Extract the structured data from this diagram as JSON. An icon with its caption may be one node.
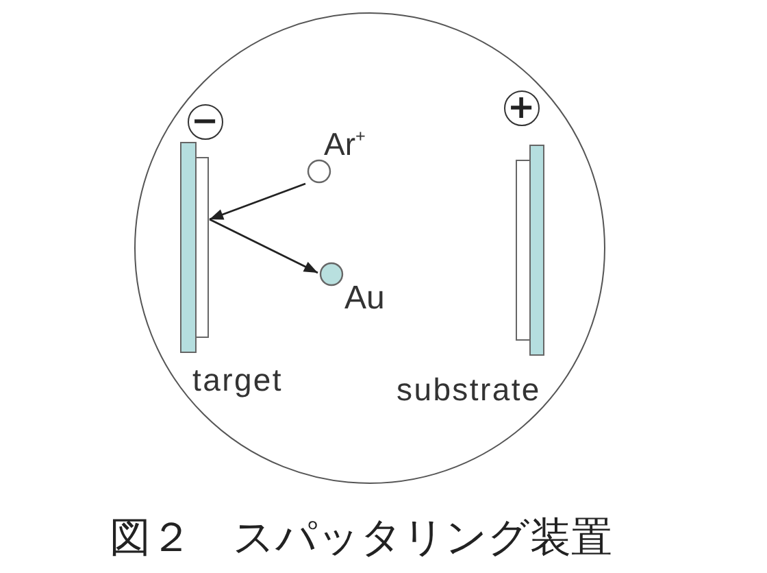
{
  "diagram": {
    "caption": "図２　スパッタリング装置",
    "nodes": [
      {
        "text": [],
        "shape": "circle"
      },
      {
        "text": [
          "−"
        ],
        "in": 0
      },
      {
        "text": [
          "target"
        ],
        "in": 0
      },
      {
        "text": [
          "Ar$^{+}$"
        ],
        "in": 0
      },
      {
        "text": [
          "Au"
        ],
        "in": 0
      },
      {
        "text": [
          "+"
        ],
        "in": 0
      },
      {
        "text": [
          "substrate"
        ],
        "in": 0
      }
    ],
    "edges": [
      {
        "from": 3,
        "to": 2,
        "arrow": "to"
      },
      {
        "from": 2,
        "to": 4,
        "arrow": "to"
      }
    ]
  }
}
